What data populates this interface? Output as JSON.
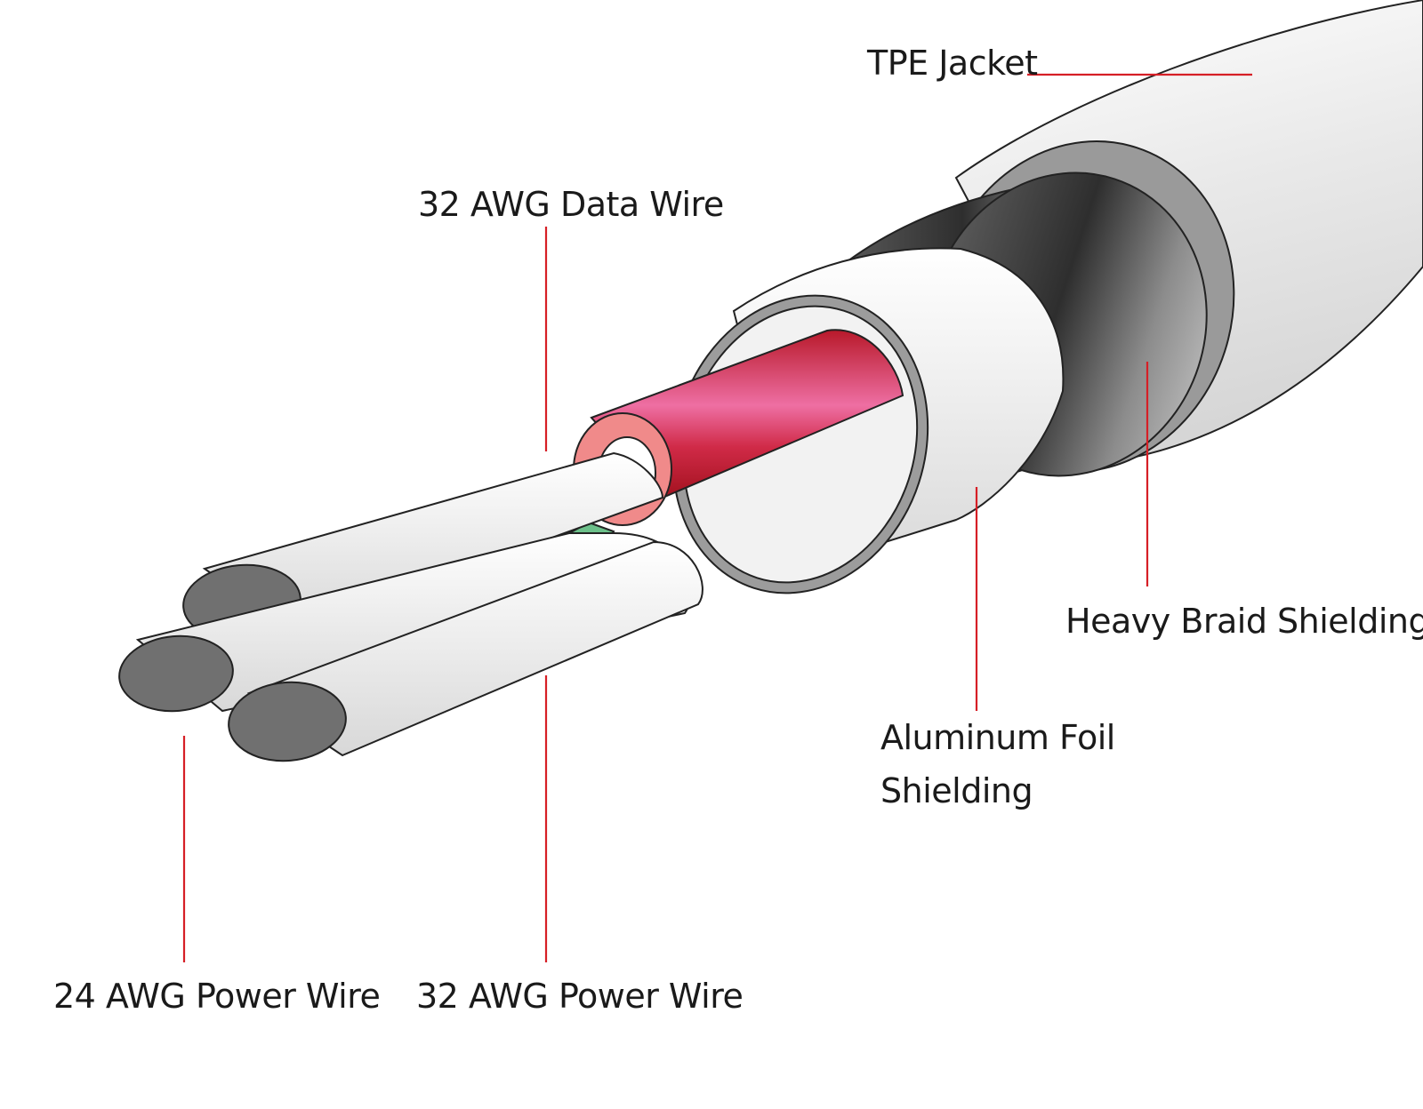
{
  "labels": {
    "tpe_jacket": "TPE Jacket",
    "data_wire": "32 AWG Data Wire",
    "braid_shielding": "Heavy Braid Shielding",
    "foil_shielding_line1": "Aluminum Foil",
    "foil_shielding_line2": "Shielding",
    "power_wire_24": "24 AWG Power Wire",
    "power_wire_32": "32 AWG Power Wire"
  },
  "colors": {
    "leader_line": "#d61f26",
    "jacket": "#ececec",
    "braid": "#3a3a3a",
    "foil": "#e6e6e6",
    "data_wire": "#c41e2e",
    "data_wire_ring": "#f08a8a",
    "conductor": "#707070",
    "filler": "#6cc08a"
  }
}
